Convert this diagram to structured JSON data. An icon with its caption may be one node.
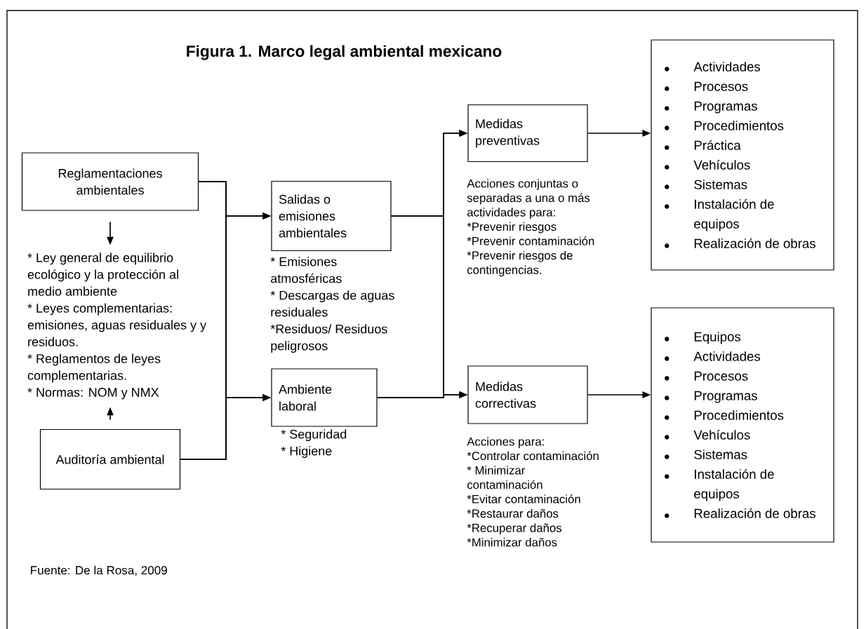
{
  "diagram": {
    "title": "Figura 1. Marco legal ambiental  mexicano",
    "nodes": [
      {
        "text": [
          "Reglamentaciones ambientales"
        ]
      },
      {
        "text": [
          "* Ley  general de equilibrio ecológico y la protección al medio ambiente",
          "* Leyes complementarias: emisiones, aguas residuales y y residuos.",
          "* Reglamentos de leyes complementarias.",
          "* Normas: NOM y NMX"
        ]
      },
      {
        "text": [
          "Auditoría ambiental"
        ]
      },
      {
        "text": [
          "Salidas o emisiones ambientales"
        ],
        "beside": [
          "* Emisiones atmosféricas",
          "* Descargas de aguas residuales",
          "*Residuos/ Residuos peligrosos"
        ]
      },
      {
        "text": [
          "Ambiente laboral"
        ],
        "beside": [
          "* Seguridad",
          "* Higiene"
        ]
      },
      {
        "text": [
          "Medidas preventivas"
        ],
        "beside": [
          "Acciones conjuntas o separadas a una o más actividades para:",
          "*Prevenir riesgos",
          "*Prevenir contaminación",
          "*Prevenir riesgos de contingencias."
        ]
      },
      {
        "text": [
          "Medidas correctivas"
        ],
        "beside": [
          "Acciones para:",
          "*Controlar contaminación",
          "* Minimizar contaminación",
          "*Evitar contaminación",
          "*Restaurar daños",
          "*Recuperar daños",
          "*Minimizar daños"
        ]
      },
      {
        "text": [
          "Actividades",
          "Procesos",
          "Programas",
          "Procedimientos",
          "Práctica",
          "Vehículos",
          "Sistemas",
          "Instalación de equipos",
          "Realización de obras"
        ]
      },
      {
        "text": [
          "Equipos",
          "Actividades",
          "Procesos",
          "Programas",
          "Procedimientos",
          "Vehículos",
          "Sistemas",
          "Instalación de equipos",
          "Realización de obras"
        ]
      }
    ],
    "edges": [
      {
        "from": 0,
        "to": 1,
        "arrow": "to"
      },
      {
        "from": 2,
        "to": 1,
        "arrow": "to"
      },
      {
        "from": 0,
        "to": 3,
        "arrow": "to"
      },
      {
        "from": 0,
        "to": 4,
        "arrow": "to"
      },
      {
        "from": 2,
        "to": 3,
        "arrow": "to"
      },
      {
        "from": 2,
        "to": 4,
        "arrow": "to"
      },
      {
        "from": 3,
        "to": 5,
        "arrow": "to"
      },
      {
        "from": 3,
        "to": 6,
        "arrow": "to"
      },
      {
        "from": 4,
        "to": 5,
        "arrow": "to"
      },
      {
        "from": 4,
        "to": 6,
        "arrow": "to"
      },
      {
        "from": 5,
        "to": 7,
        "arrow": "to"
      },
      {
        "from": 6,
        "to": 8,
        "arrow": "to"
      }
    ],
    "labels": [
      "Fuente: De la Rosa, 2009"
    ]
  }
}
